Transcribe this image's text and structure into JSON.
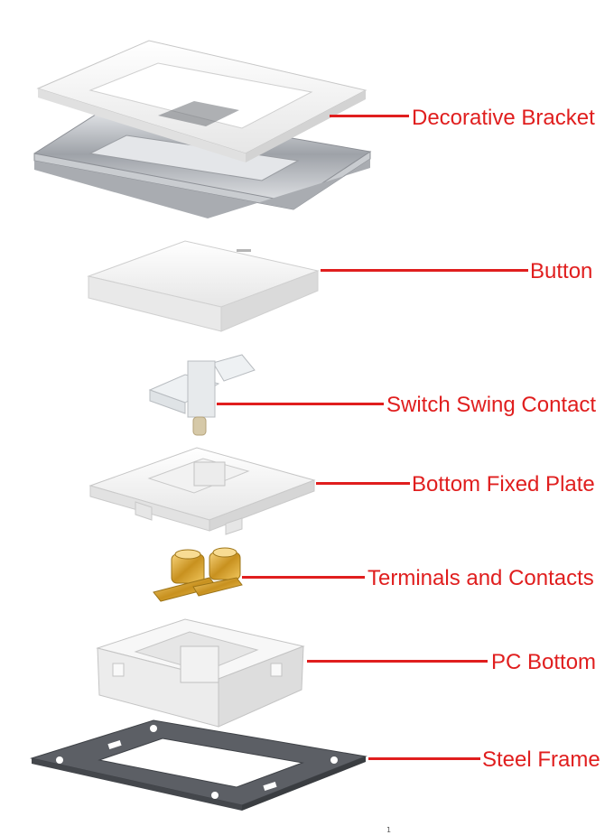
{
  "colors": {
    "label": "#e01e1e",
    "white_part": "#f4f4f4",
    "chrome": "#b9bcc0",
    "brass": "#d4a437",
    "steel": "#5a5d63"
  },
  "components": [
    {
      "id": "decorative-bracket",
      "label": "Decorative Bracket",
      "icon": "decorative-bracket-part"
    },
    {
      "id": "button",
      "label": "Button",
      "icon": "button-part"
    },
    {
      "id": "switch-swing-contact",
      "label": "Switch Swing Contact",
      "icon": "swing-contact-part"
    },
    {
      "id": "bottom-fixed-plate",
      "label": "Bottom Fixed Plate",
      "icon": "fixed-plate-part"
    },
    {
      "id": "terminals-and-contacts",
      "label": "Terminals and Contacts",
      "icon": "terminals-part"
    },
    {
      "id": "pc-bottom",
      "label": "PC Bottom",
      "icon": "pc-bottom-part"
    },
    {
      "id": "steel-frame",
      "label": "Steel Frame",
      "icon": "steel-frame-part"
    }
  ],
  "page_mark": "1"
}
